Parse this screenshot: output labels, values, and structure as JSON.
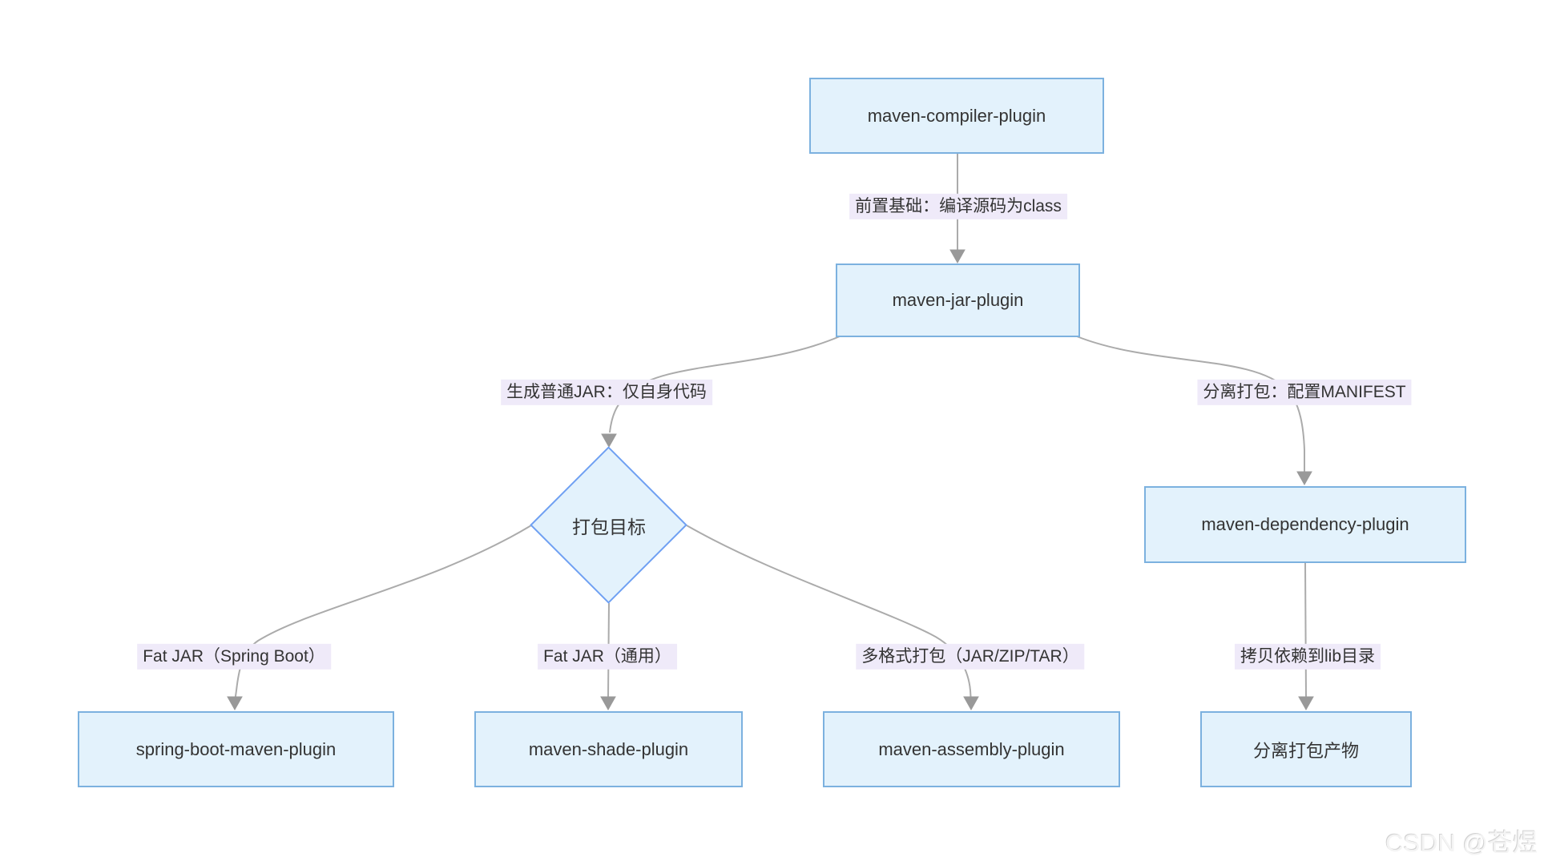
{
  "diagram": {
    "type": "flowchart",
    "nodes": {
      "compiler": {
        "label": "maven-compiler-plugin"
      },
      "jar": {
        "label": "maven-jar-plugin"
      },
      "target": {
        "label": "打包目标"
      },
      "dependency": {
        "label": "maven-dependency-plugin"
      },
      "springboot": {
        "label": "spring-boot-maven-plugin"
      },
      "shade": {
        "label": "maven-shade-plugin"
      },
      "assembly": {
        "label": "maven-assembly-plugin"
      },
      "artifact": {
        "label": "分离打包产物"
      }
    },
    "edges": {
      "compiler_to_jar": {
        "label": "前置基础：编译源码为class"
      },
      "jar_to_target": {
        "label": "生成普通JAR：仅自身代码"
      },
      "jar_to_dependency": {
        "label": "分离打包：配置MANIFEST"
      },
      "target_to_springboot": {
        "label": "Fat JAR（Spring Boot）"
      },
      "target_to_shade": {
        "label": "Fat JAR（通用）"
      },
      "target_to_assembly": {
        "label": "多格式打包（JAR/ZIP/TAR）"
      },
      "dependency_to_artifact": {
        "label": "拷贝依赖到lib目录"
      }
    },
    "colors": {
      "node_fill": "#E3F2FC",
      "node_border": "#7CB1DF",
      "diamond_border": "#6FA0F2",
      "edge_line": "#ABABAB",
      "arrow_fill": "#999999",
      "label_bg": "#EFEAF9",
      "text": "#333333"
    }
  },
  "watermark": {
    "text": "CSDN @苍煜"
  }
}
